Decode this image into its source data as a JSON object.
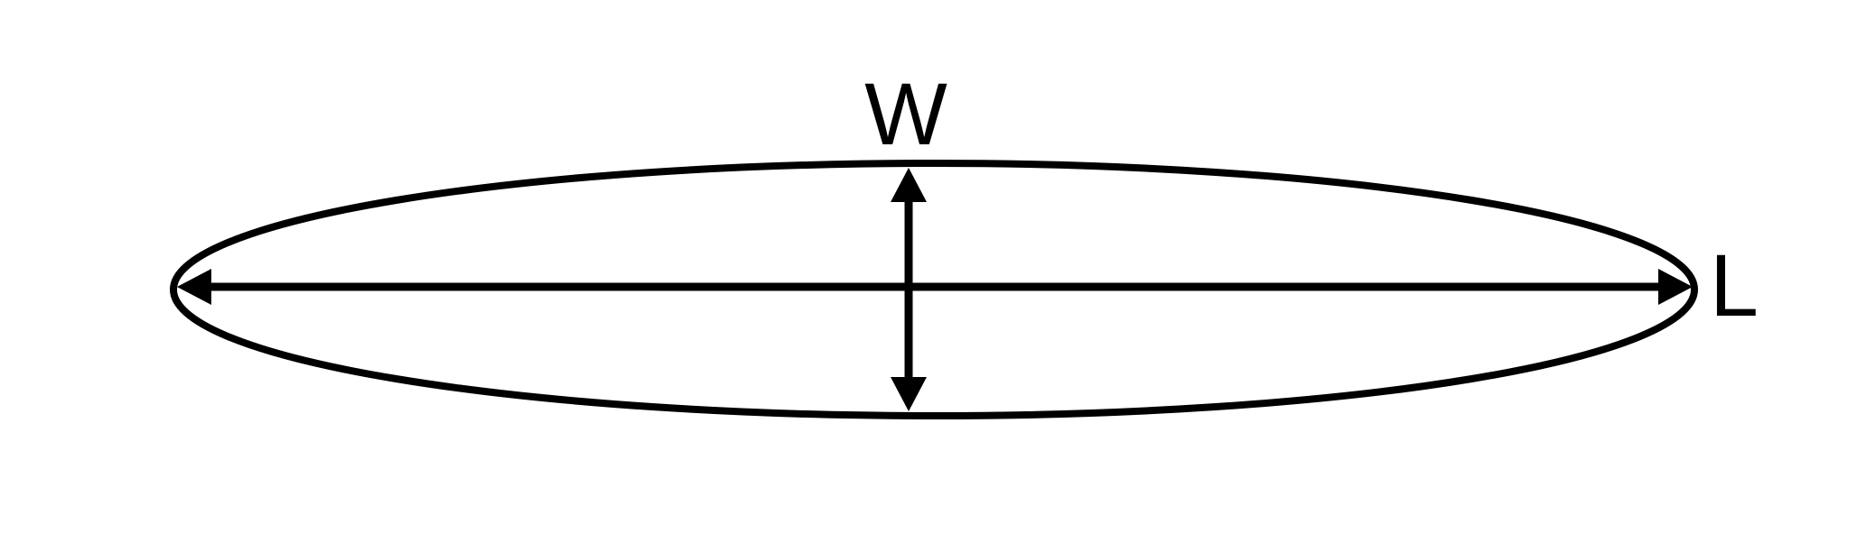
{
  "labels": {
    "width": "W",
    "length": "L"
  },
  "colors": {
    "line": "#000000",
    "background": "#ffffff"
  },
  "shapes": {
    "ellipse": "ellipse-outline",
    "horizontal_arrow": "length-double-headed-arrow",
    "vertical_arrow": "width-double-headed-arrow"
  }
}
